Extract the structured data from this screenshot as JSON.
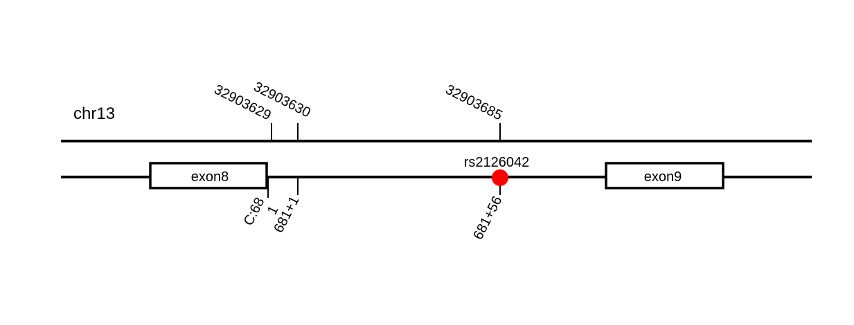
{
  "chromosome": {
    "label": "chr13",
    "positions": [
      "32903629",
      "32903630",
      "32903685"
    ]
  },
  "transcript": {
    "exons": [
      "exon8",
      "exon9"
    ],
    "coding_labels": [
      "C:68",
      "1",
      "681+1",
      "681+56"
    ]
  },
  "variant": {
    "id": "rs2126042",
    "color": "#ff0000"
  }
}
